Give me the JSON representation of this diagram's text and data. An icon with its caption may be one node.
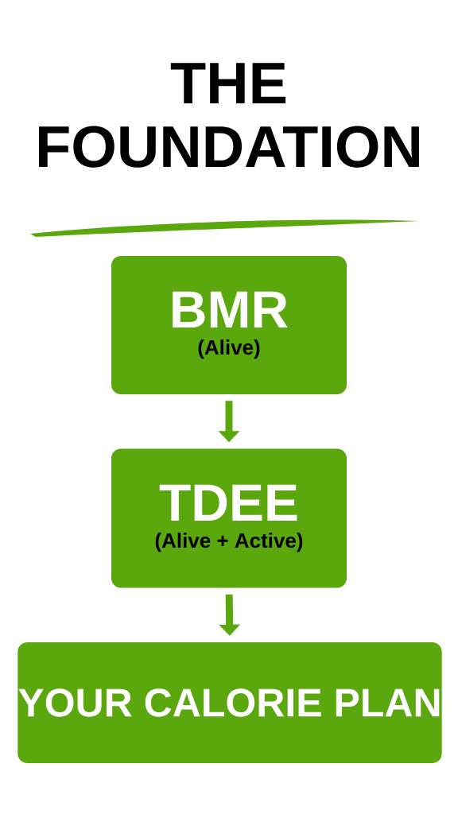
{
  "diagram": {
    "title": "THE FOUNDATION",
    "nodes": [
      {
        "text": [
          "BMR",
          "(Alive)"
        ]
      },
      {
        "text": [
          "TDEE",
          "(Alive + Active)"
        ]
      },
      {
        "text": [
          "YOUR CALORIE PLAN"
        ]
      }
    ],
    "edges": [
      {
        "from": 0,
        "to": 1,
        "arrow": "to"
      },
      {
        "from": 1,
        "to": 2,
        "arrow": "to"
      }
    ]
  }
}
